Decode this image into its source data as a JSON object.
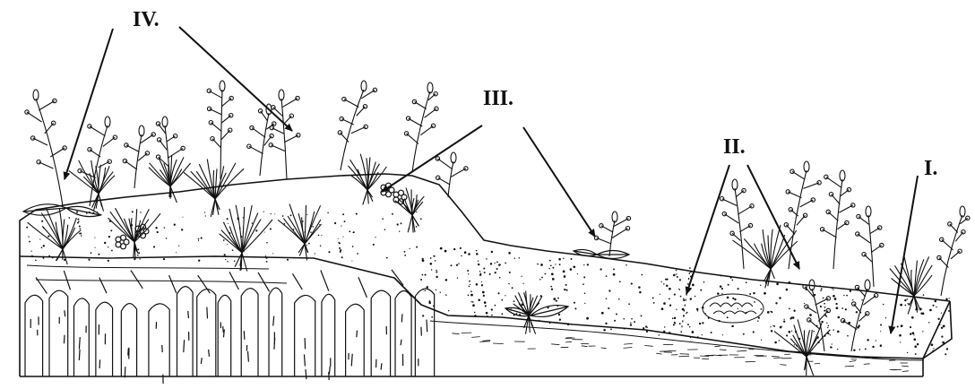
{
  "labels": {
    "zone_iv": "IV.",
    "zone_iii": "III.",
    "zone_ii": "II.",
    "zone_i": "I."
  },
  "colors": {
    "ink": "#111111",
    "paper": "#ffffff"
  }
}
